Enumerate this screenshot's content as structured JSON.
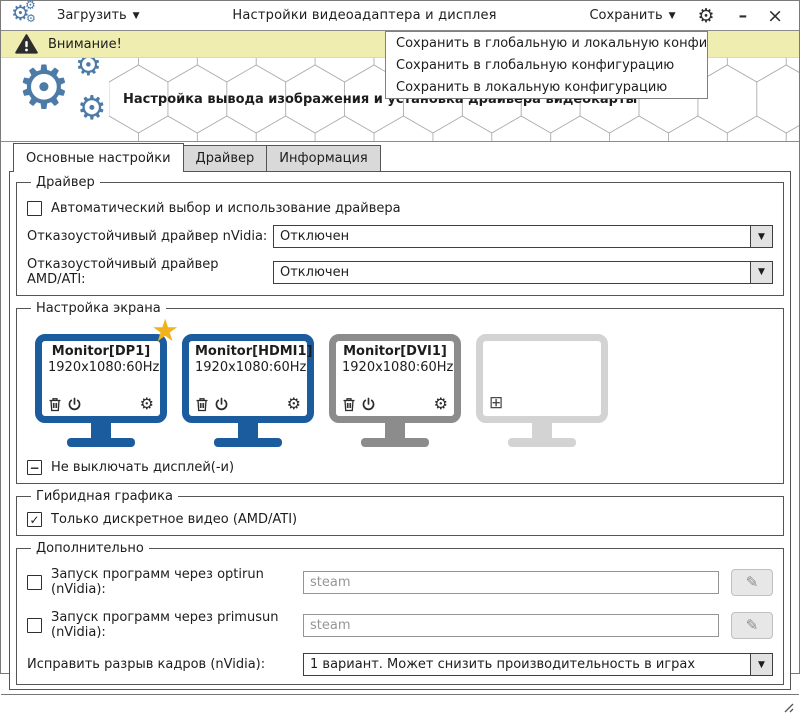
{
  "window": {
    "title": "Настройки видеоадаптера и дисплея"
  },
  "toolbar": {
    "load_label": "Загрузить",
    "save_label": "Сохранить"
  },
  "save_menu": {
    "items": [
      "Сохранить в глобальную и локальную конфигурацию",
      "Сохранить в глобальную конфигурацию",
      "Сохранить в локальную конфигурацию"
    ]
  },
  "warning": {
    "text": "Внимание!"
  },
  "header": {
    "subtitle": "Настройка вывода изображения и установка драйвера видеокарты"
  },
  "tabs": [
    {
      "label": "Основные настройки"
    },
    {
      "label": "Драйвер"
    },
    {
      "label": "Информация"
    }
  ],
  "driver_group": {
    "legend": "Драйвер",
    "auto_label": "Автоматический выбор и использование драйвера",
    "nvidia_label": "Отказоустойчивый драйвер nVidia:",
    "nvidia_value": "Отключен",
    "amd_label": "Отказоустойчивый драйвер AMD/ATI:",
    "amd_value": "Отключен"
  },
  "screen_group": {
    "legend": "Настройка экрана",
    "monitors": [
      {
        "name": "Monitor[DP1]",
        "mode": "1920x1080:60Hz",
        "state": "active-primary"
      },
      {
        "name": "Monitor[HDMI1]",
        "mode": "1920x1080:60Hz",
        "state": "active"
      },
      {
        "name": "Monitor[DVI1]",
        "mode": "1920x1080:60Hz",
        "state": "disabled"
      },
      {
        "name": "",
        "mode": "",
        "state": "empty"
      }
    ],
    "keep_on_label": "Не выключать дисплей(-и)",
    "keep_on_check": "−"
  },
  "hybrid_group": {
    "legend": "Гибридная графика",
    "discrete_label": "Только дискретное видео (AMD/ATI)",
    "discrete_check": "✓"
  },
  "extra_group": {
    "legend": "Дополнительно",
    "optirun_label": "Запуск программ через optirun (nVidia):",
    "optirun_value": "steam",
    "primusun_label": "Запуск программ через primusun (nVidia):",
    "primusun_value": "steam",
    "tearing_label": "Исправить разрыв кадров (nVidia):",
    "tearing_value": "1 вариант. Может снизить производительность в играх"
  },
  "icons": {
    "chevron_down": "▼",
    "gear": "⚙",
    "minimize": "–",
    "close": "×",
    "star": "★",
    "add": "⊞",
    "pencil": "✎"
  },
  "colors": {
    "accent_blue": "#4d7ba8",
    "monitor_blue": "#1b5c9f",
    "monitor_gray": "#8c8c8c",
    "warning_bg": "#f0edb0",
    "star_gold": "#f1b31c"
  }
}
